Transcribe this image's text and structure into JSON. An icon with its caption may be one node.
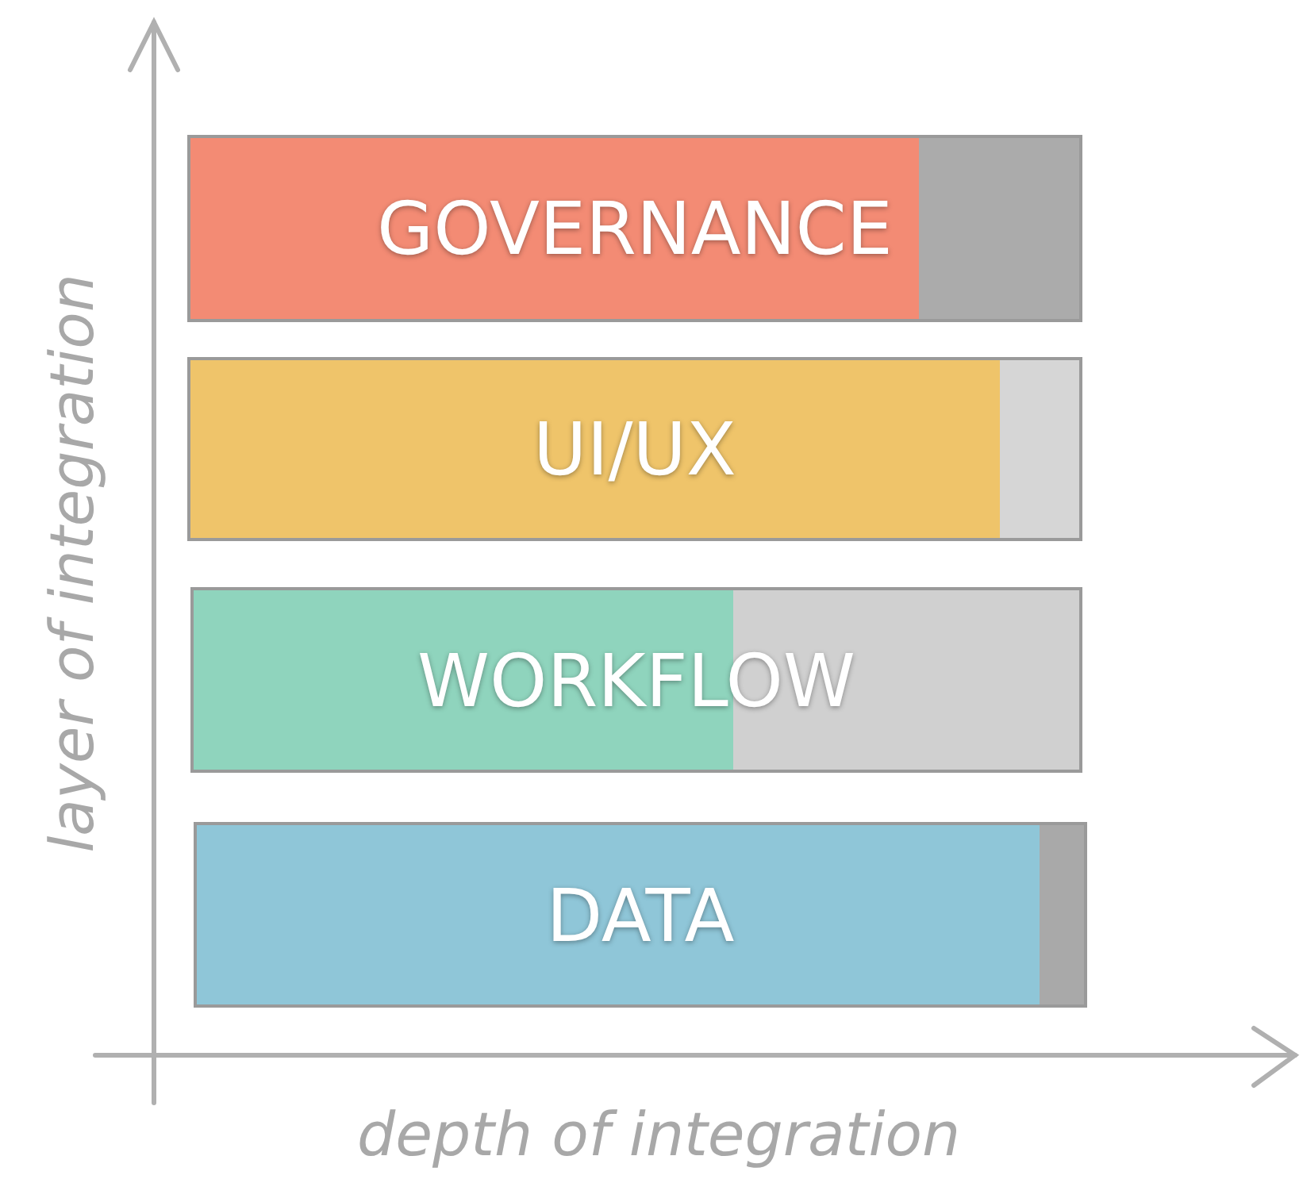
{
  "diagram": {
    "nodes": [
      {
        "text": [
          "GOVERNANCE"
        ]
      },
      {
        "text": [
          "UI/UX"
        ]
      },
      {
        "text": [
          "WORKFLOW"
        ]
      },
      {
        "text": [
          "DATA"
        ]
      }
    ],
    "labels": [
      "layer of integration",
      "depth of integration"
    ]
  }
}
